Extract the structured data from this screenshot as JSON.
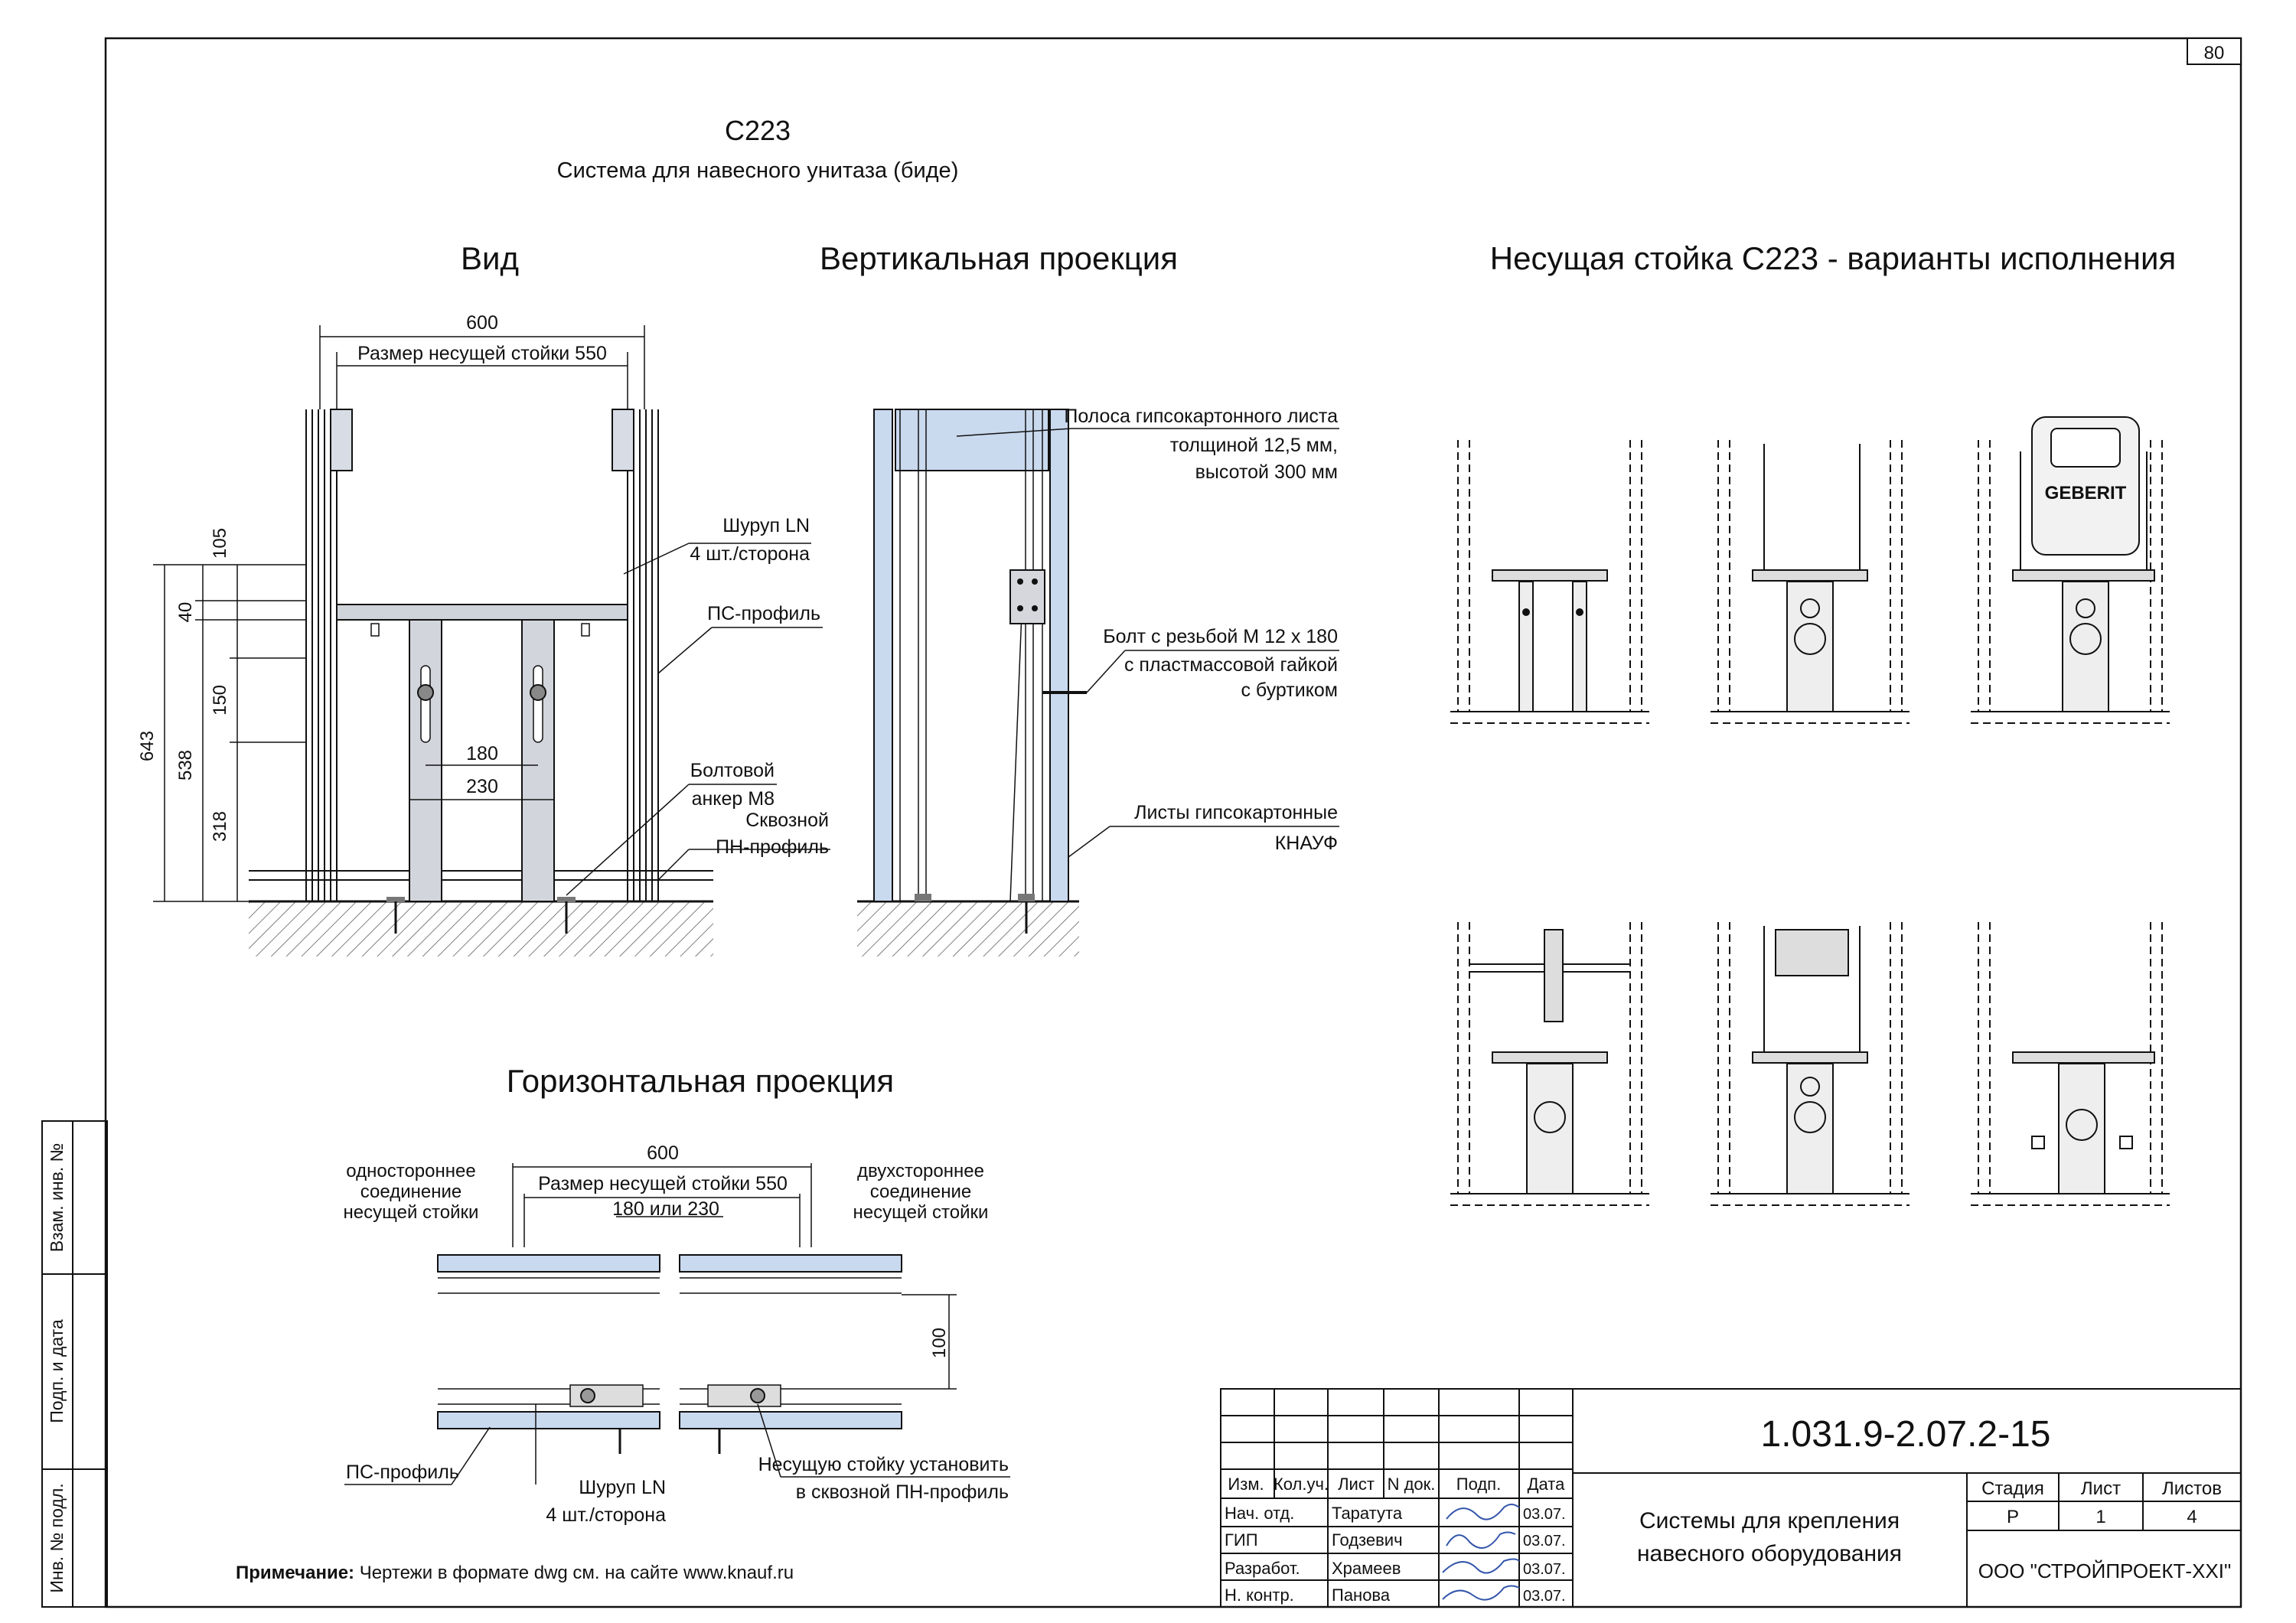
{
  "sheet": {
    "number": "80"
  },
  "header": {
    "code": "С223",
    "title": "Система для навесного унитаза (биде)"
  },
  "views": {
    "vid": "Вид",
    "vertical": "Вертикальная проекция",
    "horizontal": "Горизонтальная проекция",
    "variants": "Несущая стойка С223 - варианты исполнения"
  },
  "vid": {
    "dim_600": "600",
    "dim_550": "Размер несущей стойки 550",
    "dim_105": "105",
    "dim_40": "40",
    "dim_150": "150",
    "dim_643": "643",
    "dim_538": "538",
    "dim_318": "318",
    "dim_180": "180",
    "dim_230": "230",
    "label_screw_1": "Шуруп LN",
    "label_screw_2": "4 шт./сторона",
    "label_ps": "ПС-профиль",
    "label_anchor_1": "Болтовой",
    "label_anchor_2": "анкер М8",
    "label_pn_1": "Сквозной",
    "label_pn_2": "ПН-профиль"
  },
  "vertical": {
    "strip_1": "Полоса гипсокартонного листа",
    "strip_2": "толщиной 12,5 мм,",
    "strip_3": "высотой 300 мм",
    "bolt_1": "Болт с резьбой М 12 х 180",
    "bolt_2": "с пластмассовой гайкой",
    "bolt_3": "с буртиком",
    "sheets_1": "Листы гипсокартонные",
    "sheets_2": "КНАУФ"
  },
  "horizontal": {
    "dim_600": "600",
    "dim_550": "Размер несущей стойки 550",
    "dim_180_230": "180 или 230",
    "dim_100": "100",
    "one_sided_1": "одностороннее",
    "one_sided_2": "соединение",
    "one_sided_3": "несущей стойки",
    "two_sided_1": "двухстороннее",
    "two_sided_2": "соединение",
    "two_sided_3": "несущей стойки",
    "ps_label": "ПС-профиль",
    "screw_1": "Шуруп LN",
    "screw_2": "4 шт./сторона",
    "install_1": "Несущую стойку установить",
    "install_2": "в сквозной ПН-профиль"
  },
  "variants": {
    "brand": "GEBERIT"
  },
  "note": {
    "bold": "Примечание:",
    "text": " Чертежи в формате dwg см. на сайте www.knauf.ru"
  },
  "side_stamp": {
    "vzam": "Взам. инв. №",
    "podp": "Подп. и дата",
    "inv": "Инв. № подл."
  },
  "title_block": {
    "doc_code": "1.031.9-2.07.2-15",
    "col_izm": "Изм.",
    "col_kol": "Кол.уч.",
    "col_list": "Лист",
    "col_ndok": "N док.",
    "col_podp": "Подп.",
    "col_data": "Дата",
    "rows": [
      {
        "role": "Нач. отд.",
        "name": "Таратута",
        "date": "03.07."
      },
      {
        "role": "ГИП",
        "name": "Годзевич",
        "date": "03.07."
      },
      {
        "role": "Разработ.",
        "name": "Храмеев",
        "date": "03.07."
      },
      {
        "role": "Н. контр.",
        "name": "Панова",
        "date": "03.07."
      }
    ],
    "title_1": "Системы для крепления",
    "title_2": "навесного оборудования",
    "stage_h": "Стадия",
    "sheet_h": "Лист",
    "sheets_h": "Листов",
    "stage": "Р",
    "sheet": "1",
    "sheets": "4",
    "org": "ООО \"СТРОЙПРОЕКТ-XXI\""
  }
}
